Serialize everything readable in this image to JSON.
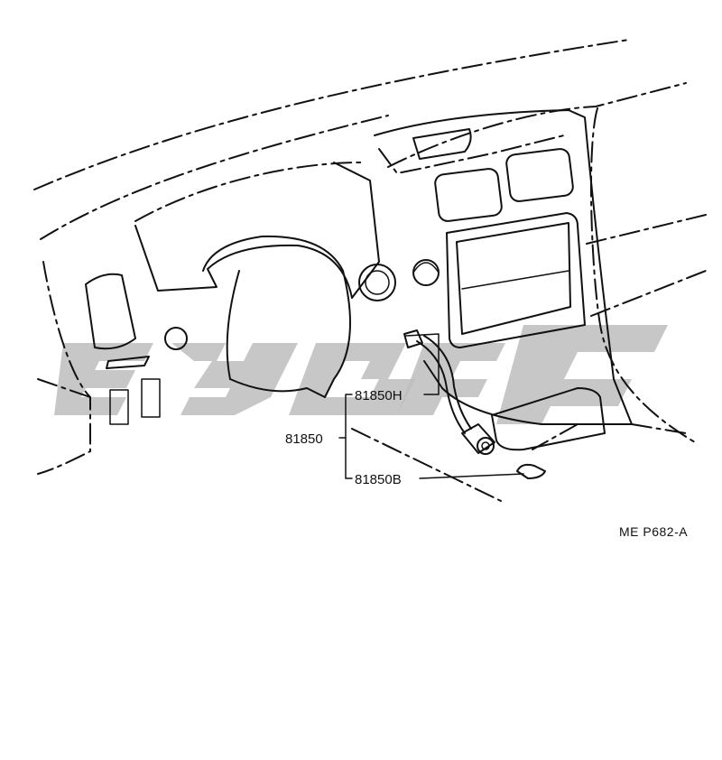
{
  "diagram": {
    "callouts": {
      "assembly": "81850",
      "upper": "81850H",
      "lower": "81850B"
    },
    "figure_code": "ME P682-A"
  },
  "colors": {
    "line": "#111111",
    "watermark": "#bdbdbd",
    "background": "#ffffff"
  }
}
